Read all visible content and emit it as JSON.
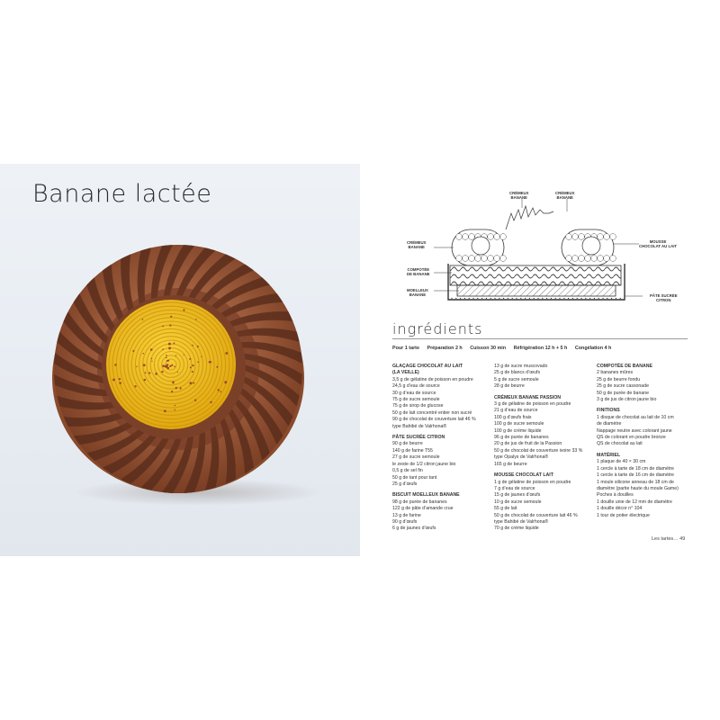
{
  "page_title": "Banane lactée",
  "diagram": {
    "labels": {
      "cremeux_banane_left": [
        "CRÉMEUX",
        "BANANE"
      ],
      "cremeux_banane_right": [
        "CRÉMEUX",
        "BANANE"
      ],
      "cremeux_banane_side": [
        "CRÉMEUX",
        "BANANE"
      ],
      "mousse": [
        "MOUSSE",
        "CHOCOLAT AU LAIT"
      ],
      "compotee": [
        "COMPOTÉE",
        "DE BANANE"
      ],
      "moelleux": [
        "MOELLEUX",
        "BANANE"
      ],
      "pate": [
        "PÂTE SUCRÉE",
        "CITRON"
      ]
    }
  },
  "ingredients_title": "ingrédients",
  "meta": {
    "portions": "Pour 1 tarte",
    "prep_label": "Préparation",
    "prep_value": "2 h",
    "cook_label": "Cuisson",
    "cook_value": "30 min",
    "fridge_label": "Réfrigération",
    "fridge_value": "12 h + 5 h",
    "freeze_label": "Congélation",
    "freeze_value": "4 h"
  },
  "columns": [
    {
      "sections": [
        {
          "heading": "Glaçage chocolat au lait",
          "sub": "(la veille)",
          "items": [
            "3,5 g de gélatine de poisson en poudre",
            "24,5 g d’eau de source",
            "30 g d’eau de source",
            "75 g de sucre semoule",
            "75 g de sirop de glucose",
            "50 g de lait concentré entier non sucré",
            "90 g de chocolat de couverture lait 46 %",
            "type Bahibé de Valrhona®"
          ]
        },
        {
          "heading": "Pâte sucrée citron",
          "items": [
            "90 g de beurre",
            "140 g de farine T55",
            "27 g de sucre semoule",
            "le zeste de 1/2 citron jaune bio",
            "0,5 g de sel fin",
            "50 g de tant pour tant",
            "25 g d’œufs"
          ]
        },
        {
          "heading": "Biscuit moelleux banane",
          "items": [
            "98 g de purée de bananes",
            "122 g de pâte d’amande crue",
            "13 g de farine",
            "90 g d’œufs",
            "6 g de jaunes d’œufs"
          ]
        }
      ]
    },
    {
      "sections": [
        {
          "heading": "",
          "items": [
            "13 g de sucre muscovado",
            "25 g de blancs d’œufs",
            "5 g de sucre semoule",
            "28 g de beurre"
          ]
        },
        {
          "heading": "Crémeux banane passion",
          "items": [
            "3 g de gélatine de poisson en poudre",
            "21 g d’eau de source",
            "100 g d’œufs frais",
            "100 g de sucre semoule",
            "100 g de crème liquide",
            "96 g de purée de bananes",
            "20 g de jus de fruit de la Passion",
            "50 g de chocolat de couverture ivoire 33 %",
            "type Opalys de Valrhona®",
            "165 g de beurre"
          ]
        },
        {
          "heading": "Mousse chocolat lait",
          "items": [
            "1 g de gélatine de poisson en poudre",
            "7 g d’eau de source",
            "15 g de jaunes d’œufs",
            "10 g de sucre semoule",
            "55 g de lait",
            "50 g de chocolat de couverture lait 46 %",
            "type Bahibé de Valrhona®",
            "70 g de crème liquide"
          ]
        }
      ]
    },
    {
      "sections": [
        {
          "heading": "Compotée de banane",
          "items": [
            "2 bananes mûres",
            "25 g de beurre fondu",
            "25 g de sucre cassonade",
            "50 g de purée de banane",
            "3 g de jus de citron jaune bio"
          ]
        },
        {
          "heading": "Finitions",
          "items": [
            "1 disque de chocolat au lait de 10 cm",
            "de diamètre",
            "Nappage neutre avec colorant jaune",
            "QS de colorant en poudre bronze",
            "QS de chocolat au lait"
          ]
        },
        {
          "heading": "Matériel",
          "items": [
            "1 plaque de 40 × 30 cm",
            "1 cercle à tarte de 18 cm de diamètre",
            "1 cercle à tarte de 16 cm de diamètre",
            "1 moule silicone anneau de 18 cm de",
            "diamètre (partie haute du moule Game)",
            "Poches à douilles",
            "1 douille unie de 12 mm de diamètre",
            "1 douille décor n° 104",
            "1 tour de potier électrique"
          ]
        }
      ]
    }
  ],
  "footer": "Les tartes… 49",
  "colors": {
    "glaze_dark": "#5a2e1c",
    "glaze_light": "#c87a52",
    "yellow": "#f2c21a",
    "speckle": "#9a4a2a"
  }
}
